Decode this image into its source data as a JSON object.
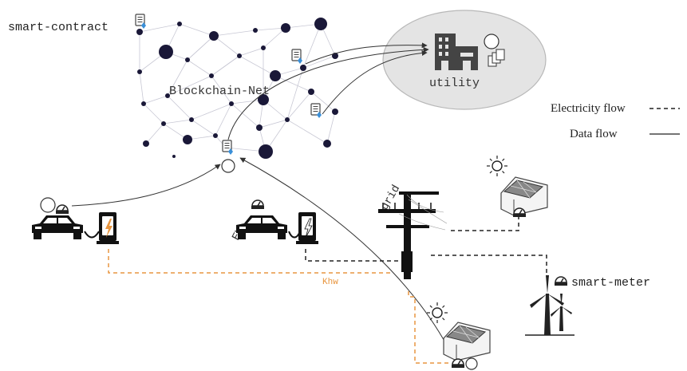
{
  "labels": {
    "smart_contract": "smart-contract",
    "blockchain_net": "Blockchain-Net",
    "utility": "utility",
    "grid": "grid",
    "ev": "EV",
    "khw": "Khw",
    "smart_meter": "smart-meter"
  },
  "legend": {
    "electricity_flow": "Electricity flow",
    "data_flow": "Data flow"
  },
  "colors": {
    "node": "#1a1838",
    "link": "#c8c8d4",
    "utility_fill": "#e4e4e4",
    "utility_stroke": "#b8b8b8",
    "electricity_orange": "#e89640",
    "electricity_black": "#222222",
    "text": "#222222",
    "contract_blue": "#3a8fd8"
  },
  "icons": [
    "document-icon",
    "blockchain-node-icon",
    "building-icon",
    "ev-car-icon",
    "charging-station-icon",
    "power-pole-icon",
    "solar-house-icon",
    "sun-icon",
    "wind-turbine-icon",
    "smart-meter-icon"
  ]
}
